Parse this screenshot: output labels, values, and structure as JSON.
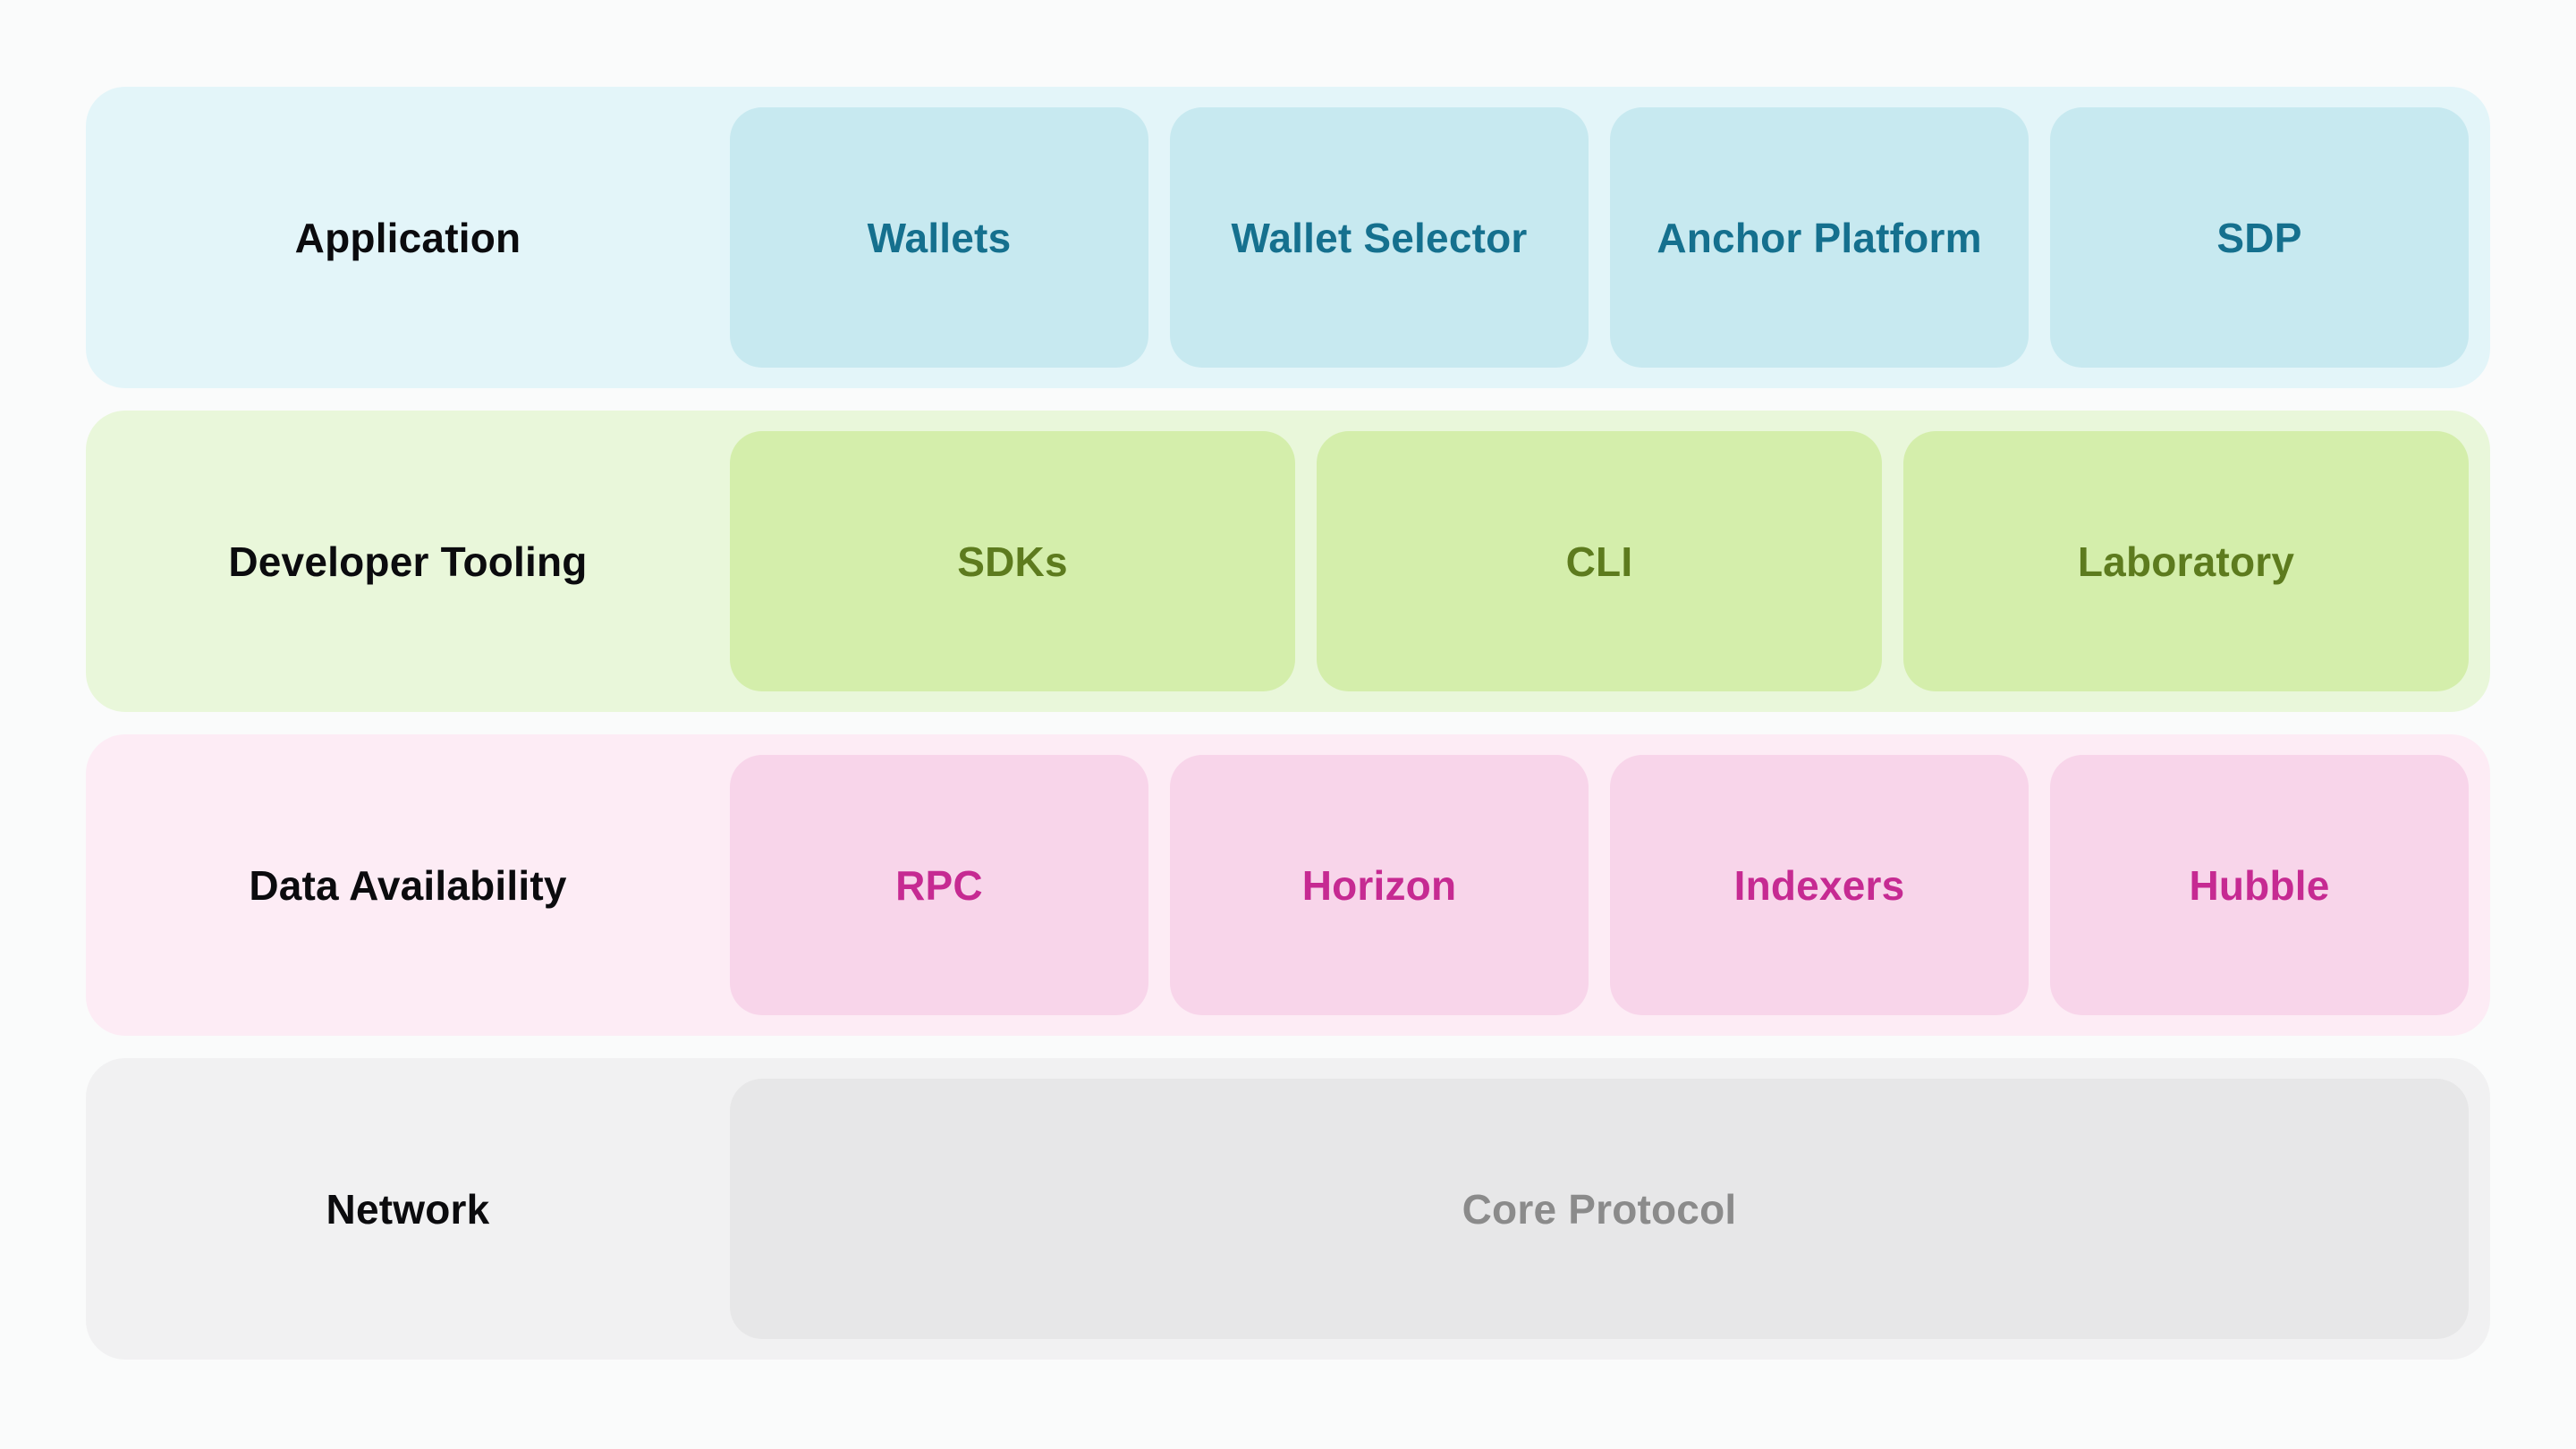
{
  "diagram": {
    "title": "Developer tools stack diagram",
    "page_bg": "#fafbfb",
    "label_color": "#0b0b0e",
    "layers": [
      {
        "id": "application",
        "label": "Application",
        "row_bg": "#e3f5f9",
        "cell_bg": "#c7e9f0",
        "cell_text_color": "#15708e",
        "cells": [
          "Wallets",
          "Wallet Selector",
          "Anchor Platform",
          "SDP"
        ]
      },
      {
        "id": "developer-tooling",
        "label": "Developer Tooling",
        "row_bg": "#e9f7da",
        "cell_bg": "#d4eeab",
        "cell_text_color": "#5d7b1e",
        "cells": [
          "SDKs",
          "CLI",
          "Laboratory"
        ]
      },
      {
        "id": "data-availability",
        "label": "Data Availability",
        "row_bg": "#fdecf5",
        "cell_bg": "#f8d5ea",
        "cell_text_color": "#c62a92",
        "cells": [
          "RPC",
          "Horizon",
          "Indexers",
          "Hubble"
        ]
      },
      {
        "id": "network",
        "label": "Network",
        "row_bg": "#f1f1f2",
        "cell_bg": "#e7e7e8",
        "cell_text_color": "#8b8b8b",
        "cells": [
          "Core Protocol"
        ]
      }
    ]
  }
}
